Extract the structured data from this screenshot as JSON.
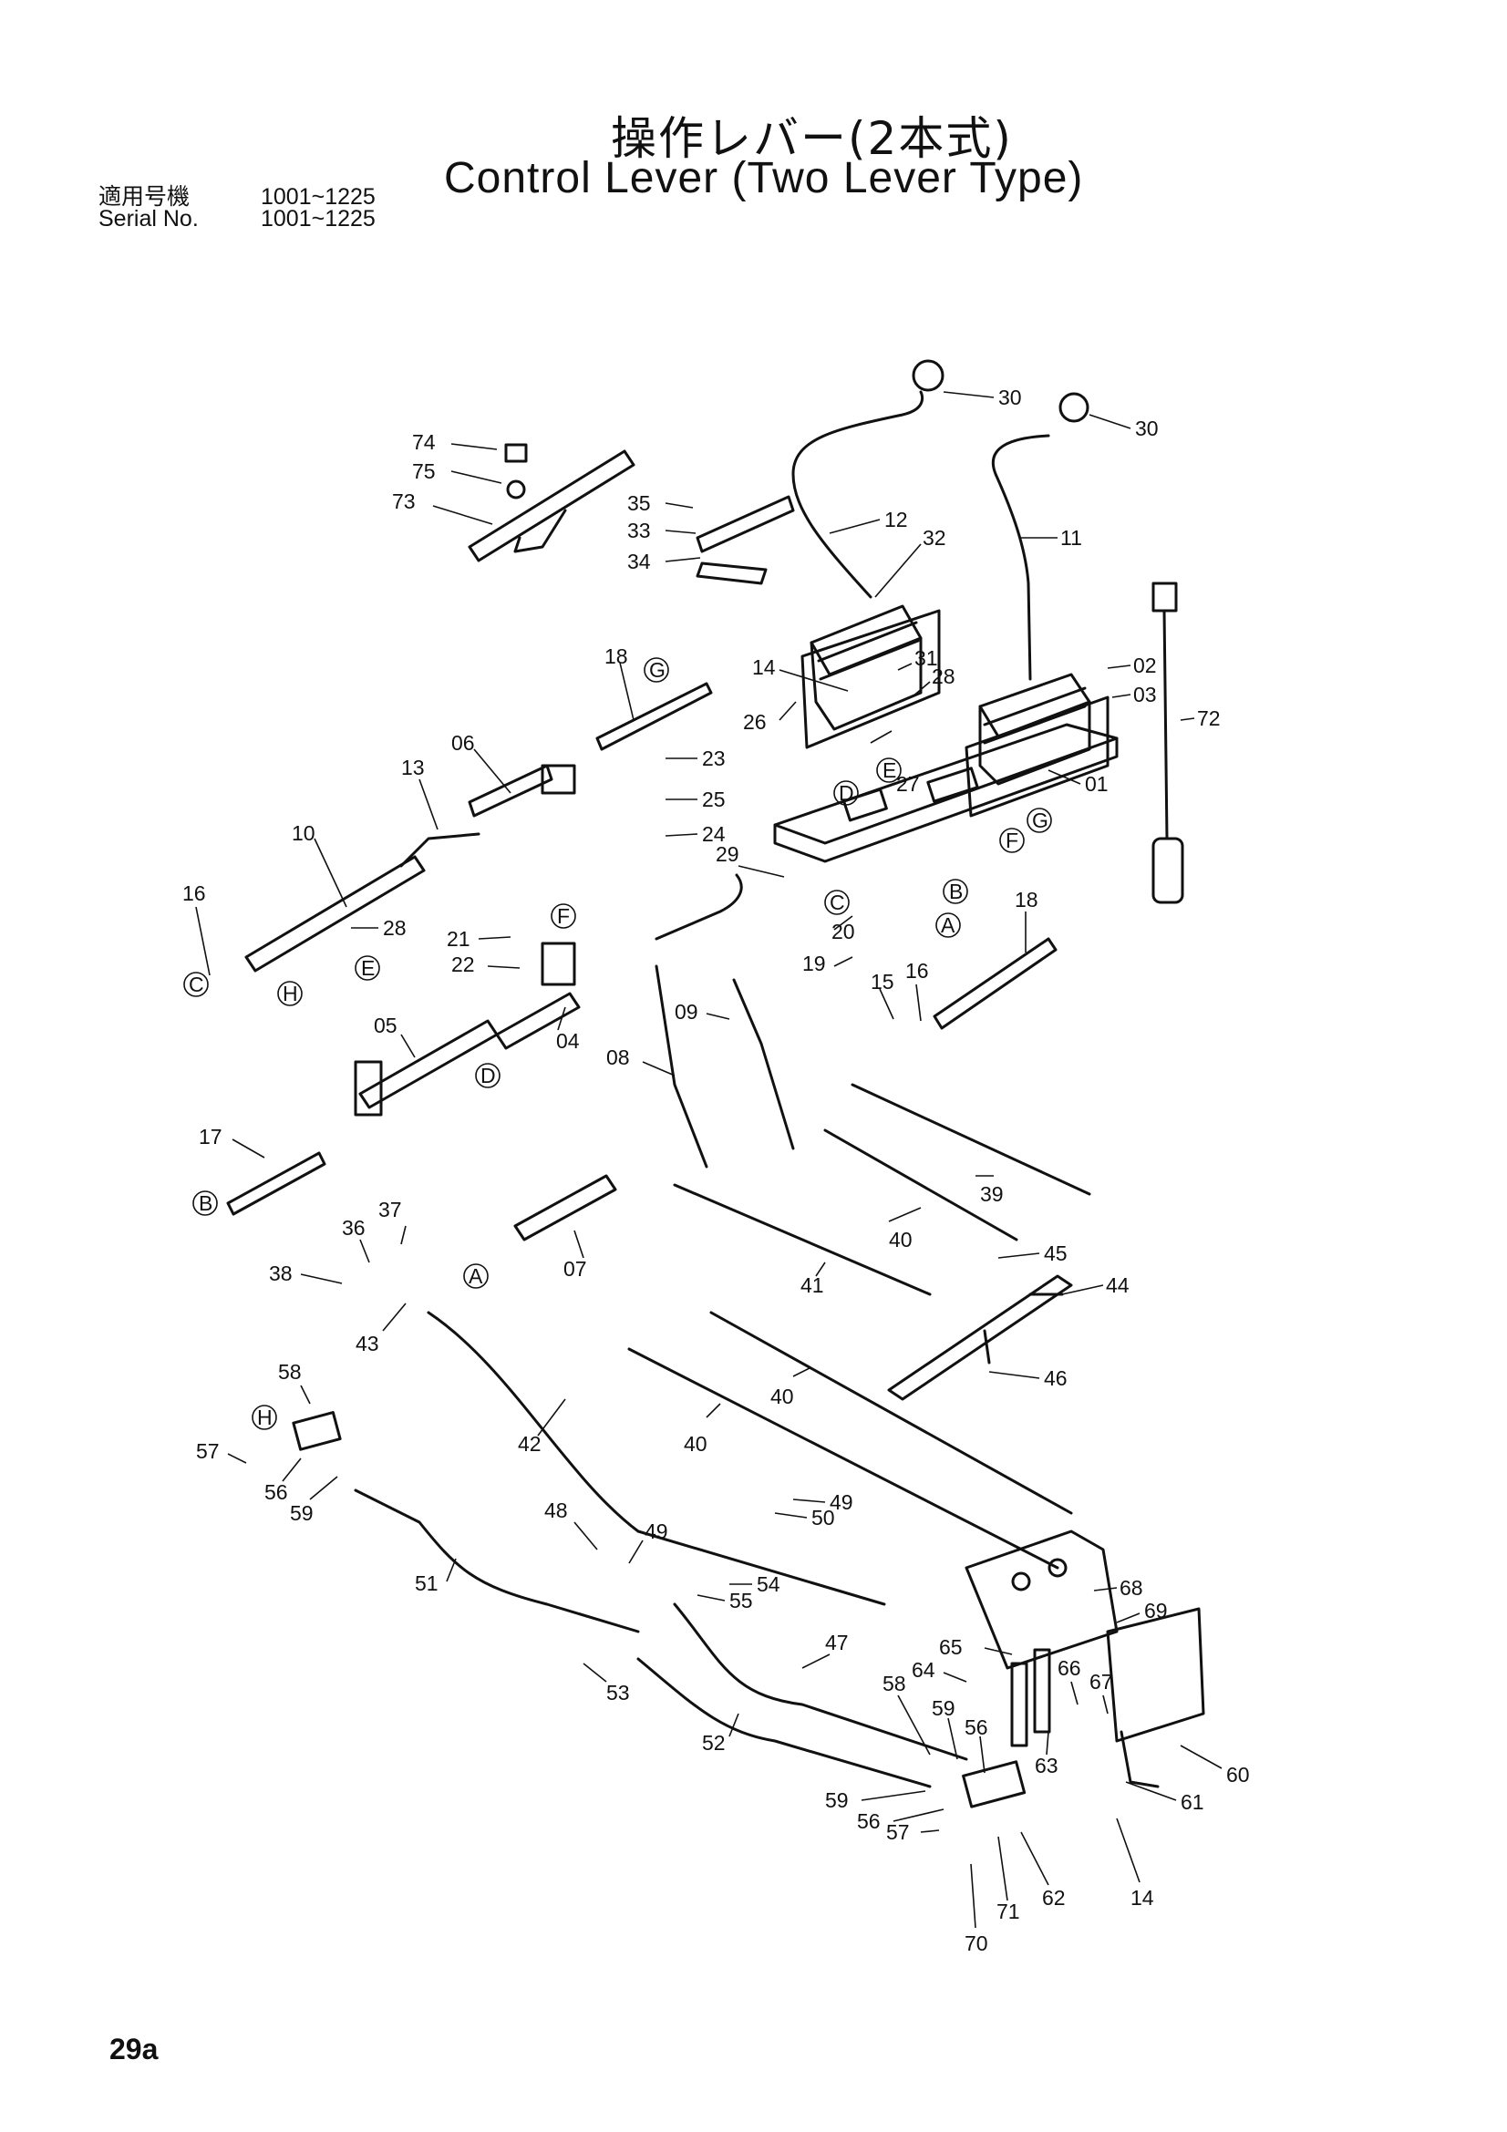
{
  "header": {
    "title_jp": "操作レバー(2本式)",
    "title_en": "Control Lever (Two Lever Type)",
    "serial_label_jp": "適用号機",
    "serial_value_jp": "1001~1225",
    "serial_label_en": "Serial No.",
    "serial_value_en": "1001~1225"
  },
  "page_number": "29a",
  "callouts": {
    "c30a": "30",
    "c30b": "30",
    "c74": "74",
    "c75": "75",
    "c73": "73",
    "c35": "35",
    "c33": "33",
    "c34": "34",
    "c12": "12",
    "c32": "32",
    "c11": "11",
    "c02": "02",
    "c03": "03",
    "c72": "72",
    "c01": "01",
    "c31": "31",
    "c28": "28",
    "c14": "14",
    "c26": "26",
    "c27": "27",
    "c06": "06",
    "c10": "10",
    "c18": "18",
    "c23": "23",
    "c25": "25",
    "c24": "24",
    "c29": "29",
    "c20": "20",
    "c19": "19",
    "c15": "15",
    "c16": "16",
    "c13": "13",
    "c21": "21",
    "c22": "22",
    "c05": "05",
    "c04": "04",
    "c09": "09",
    "c08": "08",
    "c17": "17",
    "c39": "39",
    "c40": "40",
    "c41": "41",
    "c37": "37",
    "c36": "36",
    "c38": "38",
    "c43": "43",
    "c07": "07",
    "c44": "44",
    "c45": "45",
    "c46": "46",
    "c42": "42",
    "c58": "58",
    "c57": "57",
    "c56": "56",
    "c59": "59",
    "c51": "51",
    "c48": "48",
    "c49": "49",
    "c50": "50",
    "c54": "54",
    "c55": "55",
    "c53": "53",
    "c47": "47",
    "c52": "52",
    "c68": "68",
    "c69": "69",
    "c65": "65",
    "c64": "64",
    "c66": "66",
    "c67": "67",
    "c60": "60",
    "c61": "61",
    "c63": "63",
    "c62": "62",
    "c71": "71",
    "c70": "70"
  },
  "ref_markers": {
    "A": "A",
    "B": "B",
    "C": "C",
    "D": "D",
    "E": "E",
    "F": "F",
    "G": "G",
    "H": "H"
  }
}
